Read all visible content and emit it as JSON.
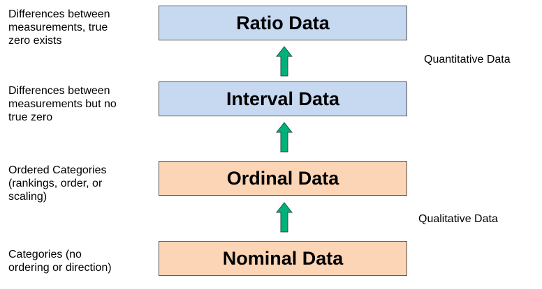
{
  "levels": [
    {
      "title": "Ratio Data",
      "description": "Differences between\nmeasurements, true\nzero exists"
    },
    {
      "title": "Interval Data",
      "description": "Differences between\nmeasurements but no\ntrue zero"
    },
    {
      "title": "Ordinal Data",
      "description": "Ordered Categories\n(rankings, order, or\nscaling)"
    },
    {
      "title": "Nominal Data",
      "description": "Categories (no\nordering or direction)"
    }
  ],
  "group_labels": {
    "quantitative": "Quantitative Data",
    "qualitative": "Qualitative Data"
  },
  "colors": {
    "quantitative_box": "#c6d9f1",
    "qualitative_box": "#fbd5b5",
    "arrow_fill": "#00b27a",
    "arrow_stroke": "#1f4e3d"
  }
}
